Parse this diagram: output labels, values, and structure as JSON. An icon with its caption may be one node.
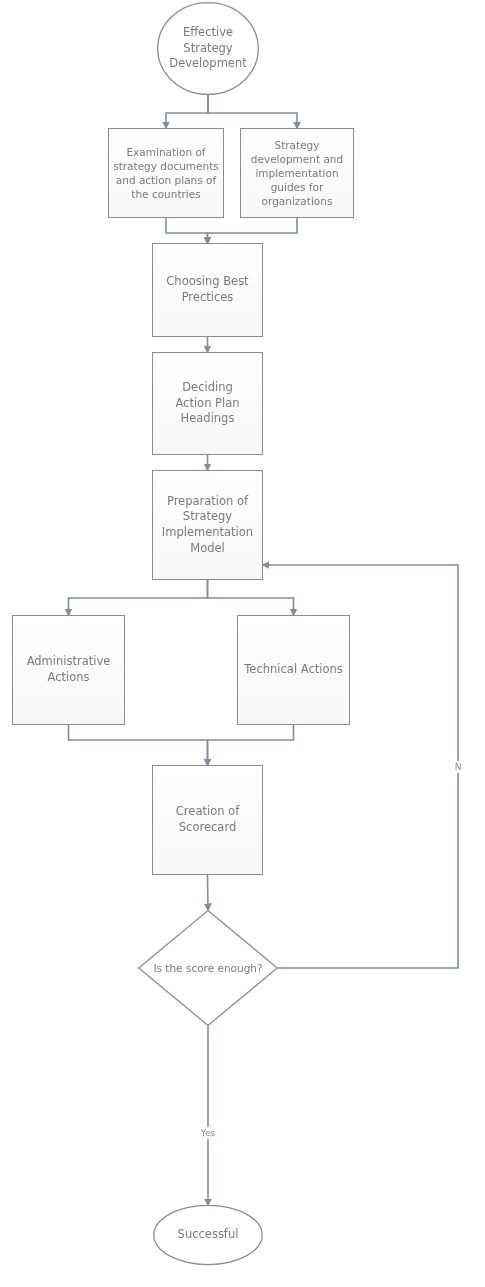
{
  "diagram": {
    "nodes": [
      {
        "text": [
          "Effective Strategy Development"
        ]
      },
      {
        "text": [
          "Examination of strategy documents and action plans of the countries"
        ]
      },
      {
        "text": [
          "Strategy development and implementation guides for organizations"
        ]
      },
      {
        "text": [
          "Choosing Best Prectices"
        ]
      },
      {
        "text": [
          "Deciding Action Plan Headings"
        ]
      },
      {
        "text": [
          "Preparation of Strategy Implementation Model"
        ]
      },
      {
        "text": [
          "Administrative Actions"
        ]
      },
      {
        "text": [
          "Technical Actions"
        ]
      },
      {
        "text": [
          "Creation of Scorecard"
        ]
      },
      {
        "text": [
          "Is the score enough?"
        ]
      },
      {
        "text": [
          "Successful"
        ]
      }
    ],
    "edges": [
      {
        "from": 0,
        "to": 1,
        "arrow": "to"
      },
      {
        "from": 0,
        "to": 2,
        "arrow": "to"
      },
      {
        "from": 1,
        "to": 3,
        "arrow": "to"
      },
      {
        "from": 2,
        "to": 3,
        "arrow": "to"
      },
      {
        "from": 3,
        "to": 4,
        "arrow": "to"
      },
      {
        "from": 4,
        "to": 5,
        "arrow": "to"
      },
      {
        "from": 5,
        "to": 6,
        "arrow": "to"
      },
      {
        "from": 5,
        "to": 7,
        "arrow": "to"
      },
      {
        "from": 6,
        "to": 8,
        "arrow": "to"
      },
      {
        "from": 7,
        "to": 8,
        "arrow": "to"
      },
      {
        "from": 8,
        "to": 9,
        "arrow": "to"
      },
      {
        "from": 9,
        "to": 10,
        "arrow": "to",
        "label": "Yes"
      },
      {
        "from": 9,
        "to": 5,
        "arrow": "to",
        "label": "N"
      }
    ]
  }
}
